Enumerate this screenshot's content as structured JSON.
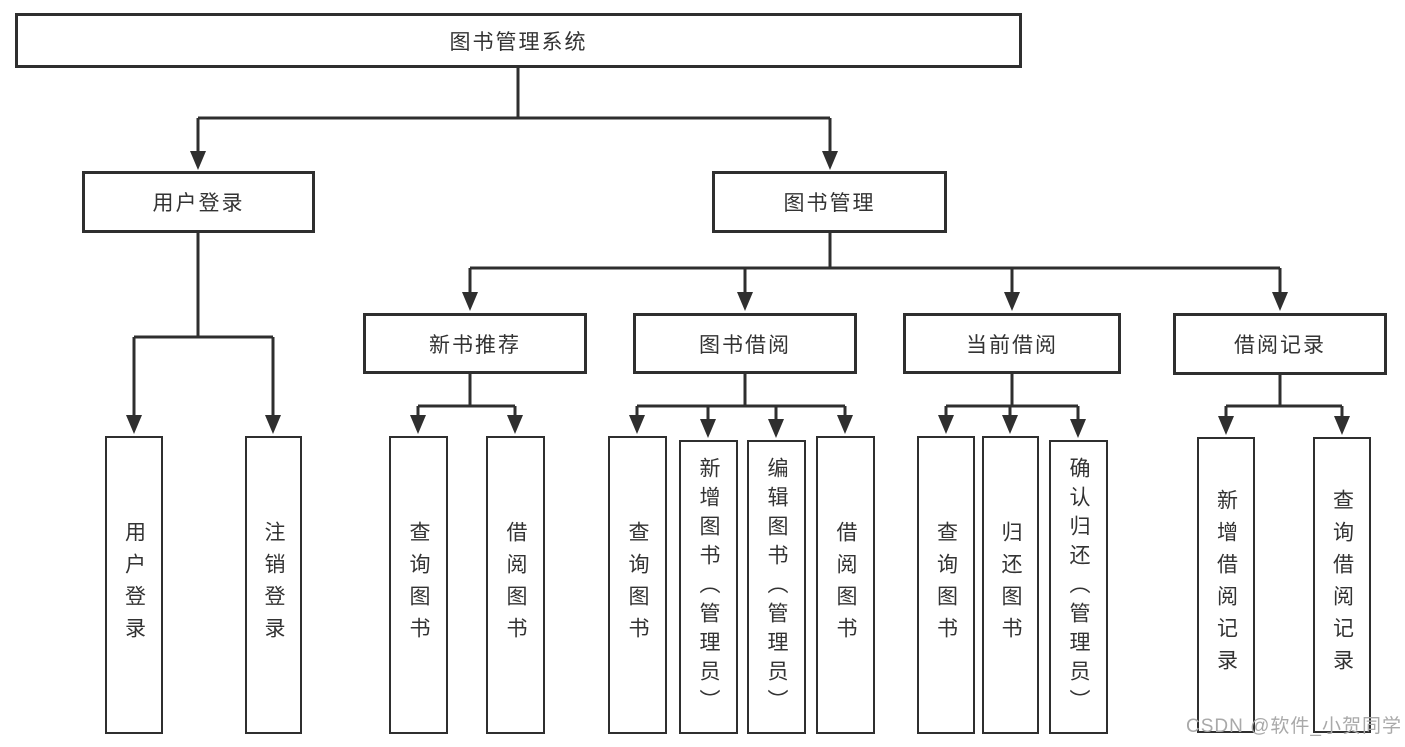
{
  "diagram_type": "functional-structure-tree",
  "nodes": {
    "root": {
      "label": "图书管理系统",
      "children": [
        {
          "label": "用户登录",
          "children": [
            {
              "label": "用户登录"
            },
            {
              "label": "注销登录"
            }
          ]
        },
        {
          "label": "图书管理",
          "children": [
            {
              "label": "新书推荐",
              "children": [
                {
                  "label": "查询图书"
                },
                {
                  "label": "借阅图书"
                }
              ]
            },
            {
              "label": "图书借阅",
              "children": [
                {
                  "label": "查询图书"
                },
                {
                  "label": "新增图书（管理员）"
                },
                {
                  "label": "编辑图书（管理员）"
                },
                {
                  "label": "借阅图书"
                }
              ]
            },
            {
              "label": "当前借阅",
              "children": [
                {
                  "label": "查询图书"
                },
                {
                  "label": "归还图书"
                },
                {
                  "label": "确认归还（管理员）"
                }
              ]
            },
            {
              "label": "借阅记录",
              "children": [
                {
                  "label": "新增借阅记录"
                },
                {
                  "label": "查询借阅记录"
                }
              ]
            }
          ]
        }
      ]
    }
  },
  "watermark": {
    "text": "CSDN @软件_小贺同学"
  },
  "colors": {
    "line": "#2f2f2f",
    "box_background": "#ffffff",
    "text": "#333333",
    "watermark": "#a9a9a9",
    "page_background": "#ffffff"
  }
}
